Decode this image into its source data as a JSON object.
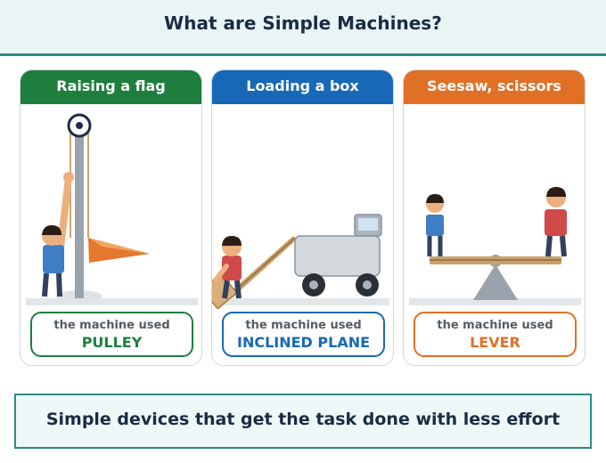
{
  "title": "What are Simple Machines?",
  "panels": [
    {
      "heading": "Raising a flag",
      "caption": "the machine used",
      "machine": "PULLEY",
      "color": "#1e7e3e"
    },
    {
      "heading": "Loading a box",
      "caption": "the machine used",
      "machine": "INCLINED PLANE",
      "color": "#1768b7"
    },
    {
      "heading": "Seesaw, scissors",
      "caption": "the machine used",
      "machine": "LEVER",
      "color": "#e07026"
    }
  ],
  "summary": "Simple devices that get the task done with less effort",
  "icons": [
    "pulley-illustration",
    "inclined-plane-illustration",
    "lever-illustration"
  ]
}
